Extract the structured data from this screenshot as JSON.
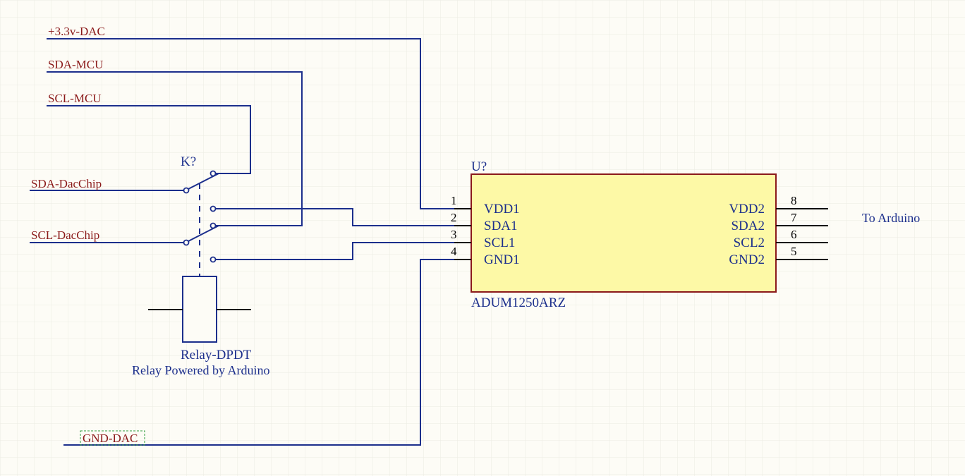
{
  "colors": {
    "background": "#fdfcf6",
    "grid": "#ecebe3",
    "wire": "#1c2f8c",
    "net_label": "#8b1a1a",
    "component_body": "#fdf9a6",
    "component_outline": "#8b1a1a",
    "pin": "#000000"
  },
  "nets": {
    "vdac": "+3.3v-DAC",
    "sda_mcu": "SDA-MCU",
    "scl_mcu": "SCL-MCU",
    "sda_dacchip": "SDA-DacChip",
    "scl_dacchip": "SCL-DacChip",
    "gnd_dac": "GND-DAC"
  },
  "relay": {
    "designator": "K?",
    "name": "Relay-DPDT",
    "note": "Relay Powered by Arduino"
  },
  "isolator": {
    "designator": "U?",
    "part": "ADUM1250ARZ",
    "left_pins": [
      {
        "num": "1",
        "name": "VDD1"
      },
      {
        "num": "2",
        "name": "SDA1"
      },
      {
        "num": "3",
        "name": "SCL1"
      },
      {
        "num": "4",
        "name": "GND1"
      }
    ],
    "right_pins": [
      {
        "num": "8",
        "name": "VDD2"
      },
      {
        "num": "7",
        "name": "SDA2"
      },
      {
        "num": "6",
        "name": "SCL2"
      },
      {
        "num": "5",
        "name": "GND2"
      }
    ],
    "right_note": "To Arduino"
  }
}
